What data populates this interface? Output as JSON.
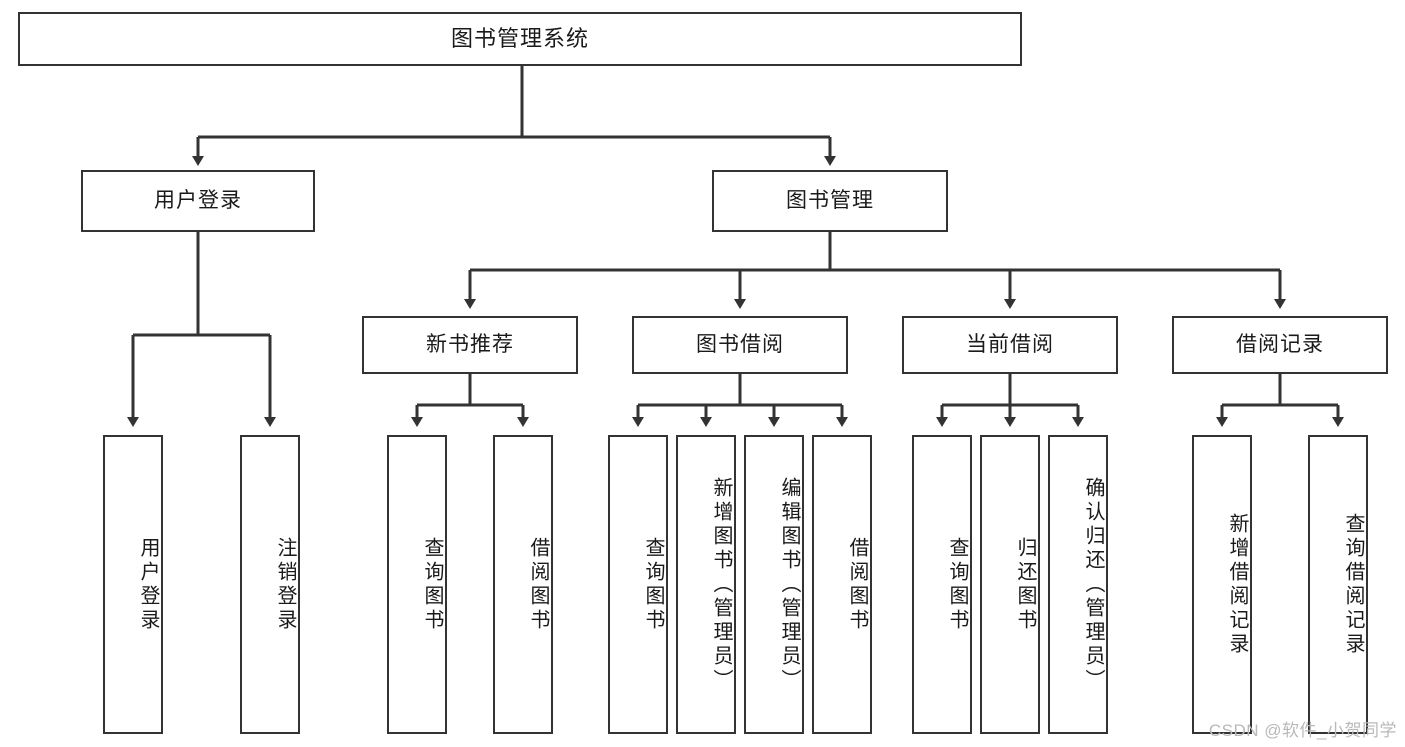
{
  "diagram": {
    "title": "图书管理系统",
    "type": "tree-hierarchy",
    "root": {
      "label": "图书管理系统"
    },
    "level2": [
      {
        "label": "用户登录"
      },
      {
        "label": "图书管理"
      }
    ],
    "level3": [
      {
        "label": "新书推荐"
      },
      {
        "label": "图书借阅"
      },
      {
        "label": "当前借阅"
      },
      {
        "label": "借阅记录"
      }
    ],
    "leaves": {
      "user_login": [
        {
          "label": "用户登录"
        },
        {
          "label": "注销登录"
        }
      ],
      "new_book_recommend": [
        {
          "label": "查询图书"
        },
        {
          "label": "借阅图书"
        }
      ],
      "book_borrow": [
        {
          "label": "查询图书"
        },
        {
          "label": "新增图书（管理员）"
        },
        {
          "label": "编辑图书（管理员）"
        },
        {
          "label": "借阅图书"
        }
      ],
      "current_borrow": [
        {
          "label": "查询图书"
        },
        {
          "label": "归还图书"
        },
        {
          "label": "确认归还（管理员）"
        }
      ],
      "borrow_record": [
        {
          "label": "新增借阅记录"
        },
        {
          "label": "查询借阅记录"
        }
      ]
    }
  },
  "watermark": {
    "text": "CSDN @软件_小贺同学"
  },
  "colors": {
    "stroke": "#333333",
    "box_fill": "#ffffff",
    "text": "#1a1a1a",
    "watermark": "#b9b9b9"
  }
}
